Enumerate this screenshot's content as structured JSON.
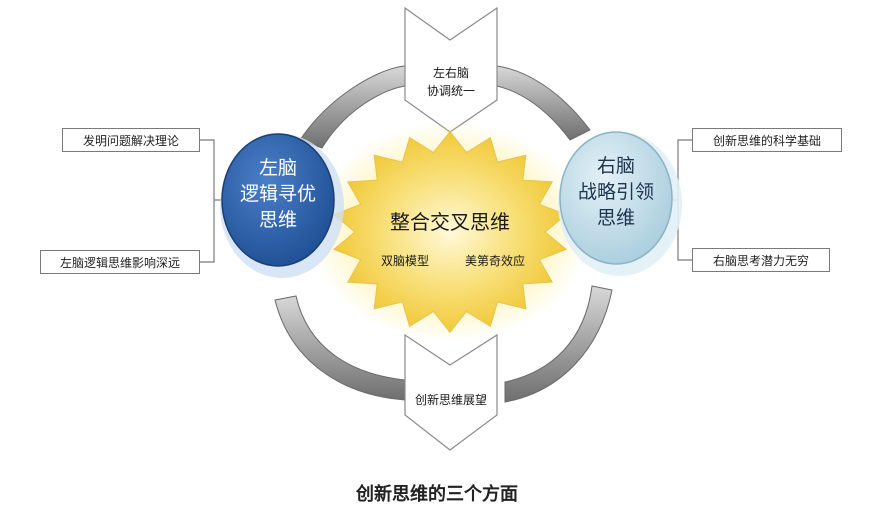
{
  "center": {
    "title": "整合交叉思维",
    "left_sub": "双脑模型",
    "right_sub": "美第奇效应"
  },
  "left_ellipse": {
    "line1": "左脑",
    "line2": "逻辑寻优",
    "line3": "思维"
  },
  "right_ellipse": {
    "line1": "右脑",
    "line2": "战略引领",
    "line3": "思维"
  },
  "top_arrow": {
    "line1": "左右脑",
    "line2": "协调统一"
  },
  "bottom_arrow": {
    "label": "创新思维展望"
  },
  "left_boxes": [
    "发明问题解决理论",
    "左脑逻辑思维影响深远"
  ],
  "right_boxes": [
    "创新思维的科学基础",
    "右脑思考潜力无穷"
  ],
  "caption": "创新思维的三个方面",
  "colors": {
    "left_ellipse": "#2b5fa6",
    "right_ellipse": "#bcd9e6",
    "starburst": "#f6d75a",
    "arc": "#9c9c9c"
  }
}
